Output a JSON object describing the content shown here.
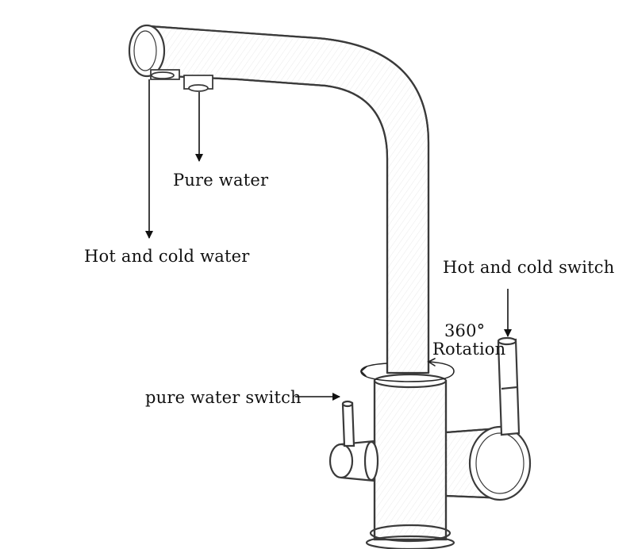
{
  "diagram": {
    "labels": {
      "pure_water": "Pure water",
      "hot_cold_water": "Hot and cold water",
      "hot_cold_switch": "Hot and cold switch",
      "rotation_degrees": "360°",
      "rotation_word": "Rotation",
      "pure_water_switch": "pure water switch"
    },
    "colors": {
      "ink": "#111111",
      "sketch": "#3a3a3a",
      "background": "#ffffff"
    }
  }
}
